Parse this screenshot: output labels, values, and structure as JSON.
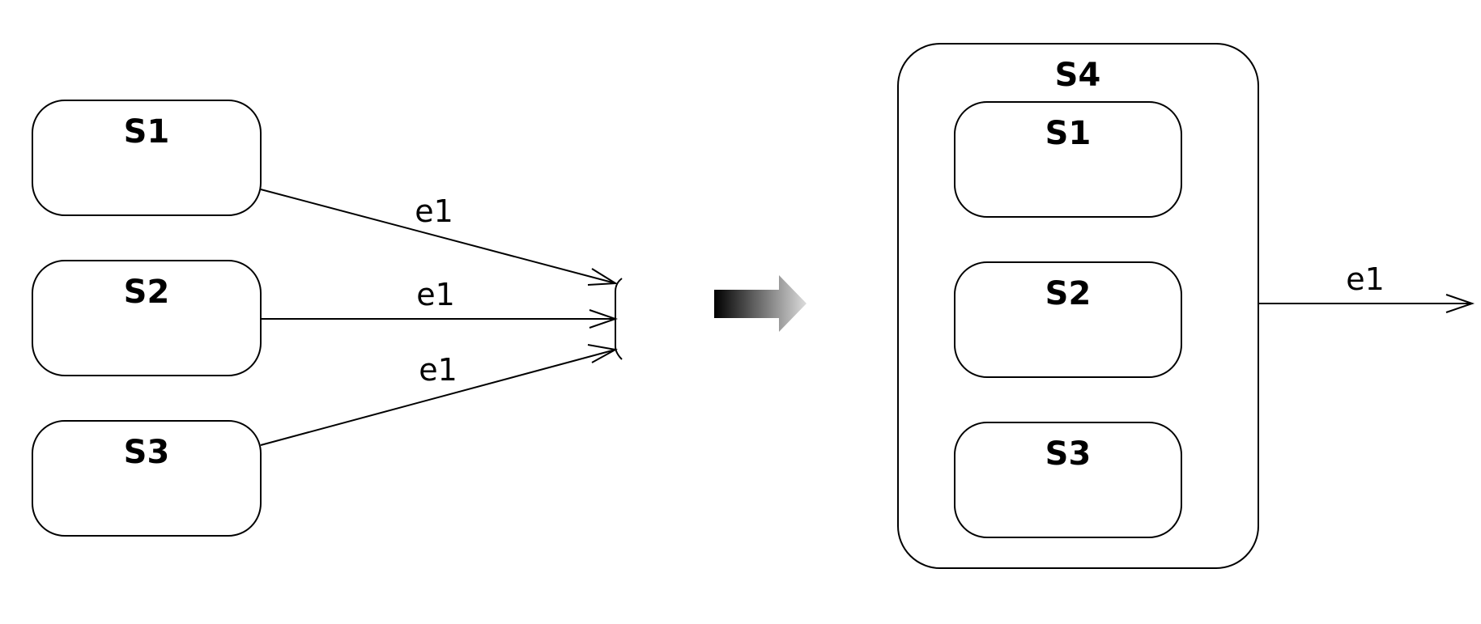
{
  "left": {
    "states": [
      "S1",
      "S2",
      "S3"
    ],
    "transitions": [
      {
        "from": "S1",
        "event": "e1"
      },
      {
        "from": "S2",
        "event": "e1"
      },
      {
        "from": "S3",
        "event": "e1"
      }
    ]
  },
  "right": {
    "composite": {
      "name": "S4",
      "substates": [
        "S1",
        "S2",
        "S3"
      ]
    },
    "exit_transition": {
      "from": "S4",
      "event": "e1"
    }
  },
  "colors": {
    "stroke": "#000000",
    "background": "#ffffff",
    "arrow_gradient": [
      "#000000",
      "#d9d9d9"
    ]
  }
}
